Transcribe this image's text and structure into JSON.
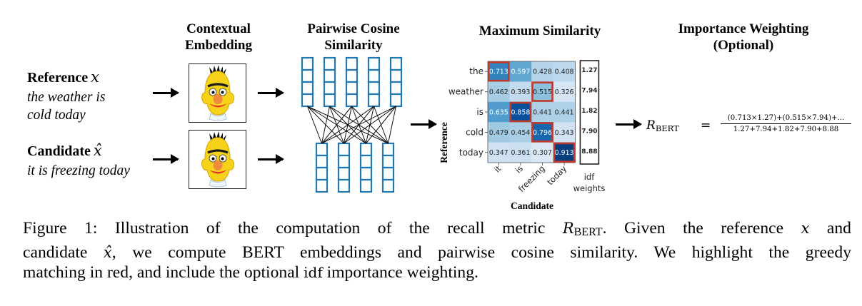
{
  "headers": {
    "contextual": [
      "Contextual",
      "Embedding"
    ],
    "pairwise": [
      "Pairwise Cosine",
      "Similarity"
    ],
    "maximum": "Maximum Similarity",
    "importance": [
      "Importance Weighting",
      "(Optional)"
    ]
  },
  "inputs": {
    "reference": {
      "label": "Reference",
      "symbol": "x",
      "sentence_lines": [
        "the weather is",
        "cold today"
      ]
    },
    "candidate": {
      "label": "Candidate",
      "symbol": "x̂",
      "sentence_lines": [
        "it is freezing today"
      ]
    }
  },
  "icons": {
    "embedding_model": "bert-muppet-face-icon",
    "arrow": "right-arrow-icon"
  },
  "embedding_grid": {
    "reference_vectors": 5,
    "candidate_vectors": 4,
    "cells_per_vector": 4,
    "color": "#1f77b4"
  },
  "chart_data": {
    "type": "heatmap",
    "title": "Maximum Similarity",
    "xlabel": "Candidate",
    "ylabel": "Reference",
    "x_categories": [
      "it",
      "is",
      "freezing",
      "today"
    ],
    "y_categories": [
      "the",
      "weather",
      "is",
      "cold",
      "today"
    ],
    "values": [
      [
        0.713,
        0.597,
        0.428,
        0.408
      ],
      [
        0.462,
        0.393,
        0.515,
        0.326
      ],
      [
        0.635,
        0.858,
        0.441,
        0.441
      ],
      [
        0.479,
        0.454,
        0.796,
        0.343
      ],
      [
        0.347,
        0.361,
        0.307,
        0.913
      ]
    ],
    "colormap": "Blues",
    "highlighted_max_cells": [
      [
        0,
        0
      ],
      [
        1,
        2
      ],
      [
        2,
        1
      ],
      [
        3,
        2
      ],
      [
        4,
        3
      ]
    ],
    "highlight_color": "#c0392b",
    "idf_weights": {
      "label": [
        "idf",
        "weights"
      ],
      "values": [
        "1.27",
        "7.94",
        "1.82",
        "7.90",
        "8.88"
      ]
    }
  },
  "formula": {
    "lhs": "R",
    "lhs_sub": "BERT",
    "equals": "=",
    "numerator": "(0.713×1.27)+(0.515×7.94)+...",
    "denominator": "1.27+7.94+1.82+7.90+8.88"
  },
  "caption": {
    "line1_a": "Figure 1: Illustration of the computation of the recall metric ",
    "r": "R",
    "r_sub": "BERT",
    "line1_b": ". Given the reference ",
    "x": "x",
    "line1_c": " and",
    "line2_a": "candidate ",
    "xhat": "x̂",
    "line2_b": ", we compute BERT embeddings and pairwise cosine similarity. We highlight the greedy",
    "line3_a": "matching in red, and include the optional ",
    "idf": "idf",
    "line3_b": " importance weighting."
  }
}
